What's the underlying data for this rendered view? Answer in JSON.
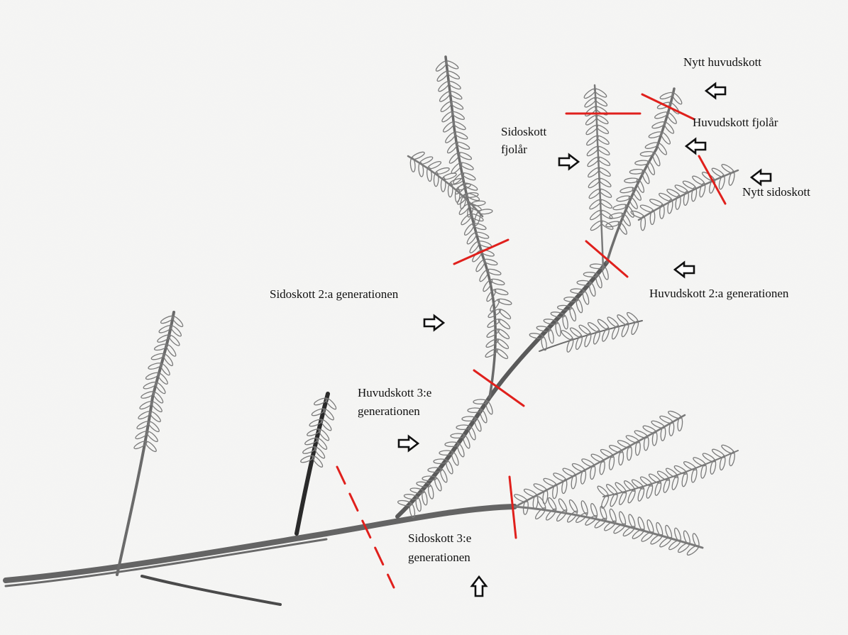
{
  "labels": {
    "nytt_huvudskott": "Nytt huvudskott",
    "huvudskott_fjolar": "Huvudskott fjolår",
    "sidoskott_fjolar_1": "Sidoskott",
    "sidoskott_fjolar_2": "fjolår",
    "nytt_sidoskott": "Nytt sidoskott",
    "sidoskott_2a": "Sidoskott 2:a generationen",
    "huvudskott_2a": "Huvudskott 2:a generationen",
    "huvudskott_3e_1": "Huvudskott 3:e",
    "huvudskott_3e_2": "generationen",
    "sidoskott_3e_1": "Sidoskott 3:e",
    "sidoskott_3e_2": "generationen"
  },
  "colors": {
    "background": "#f2f2f0",
    "pencil": "#6f6f6f",
    "pencil_dark": "#2e2e2e",
    "marker": "#e0201c",
    "arrow_stroke": "#111111",
    "arrow_fill": "#ffffff"
  },
  "icons": [
    "arrow-right-icon",
    "arrow-left-icon",
    "arrow-up-icon"
  ]
}
